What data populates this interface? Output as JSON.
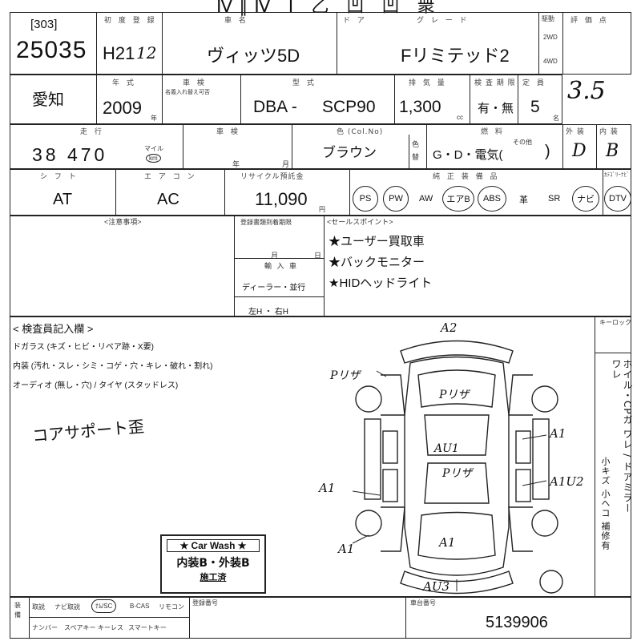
{
  "header": {
    "title_fragment": "Ⅳ∥Ⅳ Ⅰ 乙 凹 凹 衆",
    "lot_label": "[303]",
    "lot_number": "25035",
    "labels": {
      "first_reg": "初 度 登 録",
      "car_name": "車 名",
      "door": "ド ア",
      "grade": "グ レ ー ド",
      "drive": "駆動",
      "score": "評 価 点",
      "year": "年 式",
      "inspection": "車 検",
      "model": "型 式",
      "displacement": "排 気 量",
      "inspection_due": "検 査 期 限",
      "capacity": "定 員",
      "mileage": "走 行",
      "shaken": "車 検",
      "color": "色 (Col.No)",
      "fuel": "燃 料",
      "exterior": "外 装",
      "interior": "内 装",
      "shift": "シ フ ト",
      "aircon": "エ ア コ ン",
      "recycle": "リサイクル預託金",
      "equipment": "純 正 装 備 品",
      "navi_cat": "ｶﾃｺﾞﾘｰﾅﾋﾞ"
    },
    "first_reg_era": "H21",
    "first_reg_month": "12",
    "car_name": "ヴィッツ5D",
    "grade": "Fリミテッド2",
    "drive_2wd": "2WD",
    "drive_4wd": "4WD",
    "score": "3.5",
    "region": "愛知",
    "year": "2009",
    "year_unit": "年",
    "inspection_sub": "名義入れ替え可否",
    "model_prefix": "DBA -",
    "model_code": "SCP90",
    "displacement": "1,300",
    "displacement_unit": "cc",
    "inspection_due": "有・無",
    "capacity": "5",
    "capacity_unit": "名",
    "mileage": "38 470",
    "mileage_unit_mile": "マイル",
    "mileage_unit_km": "km",
    "shaken_year": "年",
    "shaken_month": "月",
    "color": "ブラウン",
    "color_change": "色替",
    "fuel": "G・D・電気(",
    "fuel_other": "その他",
    "fuel_close": ")",
    "exterior_grade": "D",
    "interior_grade": "B",
    "shift": "AT",
    "aircon": "AC",
    "recycle": "11,090",
    "recycle_unit": "円",
    "equipment": [
      "PS",
      "PW",
      "AW",
      "エアB",
      "ABS",
      "革",
      "SR",
      "ナビ",
      "DTV"
    ]
  },
  "notes": {
    "caution_label": "<注意事項>",
    "correction_label": "登録書類到着期限",
    "month": "月",
    "day": "日",
    "import_label": "輸 入 車",
    "dealer": "ディーラー・並行",
    "steering": "左H ・ 右H",
    "sell_label": "<セールスポイント>",
    "sell_points": [
      "★ユーザー買取車",
      "★バックモニター",
      "★HIDヘッドライト"
    ]
  },
  "inspector": {
    "label": "< 検査員記入欄 >",
    "lines": [
      "ドガラス (キズ・ヒビ・リペア跡・X要)",
      "内装 (汚れ・スレ・シミ・コゲ・穴・キレ・破れ・割れ)",
      "オーディオ (無し・穴) / タイヤ (スタッドレス)"
    ],
    "handwritten": "コアサポート歪",
    "key_label": "キーロック",
    "side_text": "ホイル・CPガ ワレ / ドアミラー ワレ",
    "side_text2": "小キズ 小ヘコ 補修有"
  },
  "diagram_marks": [
    "A2",
    "Pリザ",
    "Pリザ",
    "A1",
    "AU1",
    "Pリザ",
    "A1U2",
    "A1",
    "A1",
    "A1",
    "AU3"
  ],
  "carwash": {
    "title": "★ Car Wash ★",
    "grade": "内装B・外装B",
    "done": "施工済"
  },
  "footer": {
    "side_label": "装備",
    "row1": [
      "取説",
      "ナビ取説",
      "ﾅﾑ/SC",
      "B-CAS",
      "リモコン"
    ],
    "row2": [
      "ナンバー",
      "スペアキー",
      "キーレス",
      "スマートキー"
    ],
    "registration_label": "登録番号",
    "chassis_label": "車台番号",
    "chassis_number": "5139906"
  }
}
